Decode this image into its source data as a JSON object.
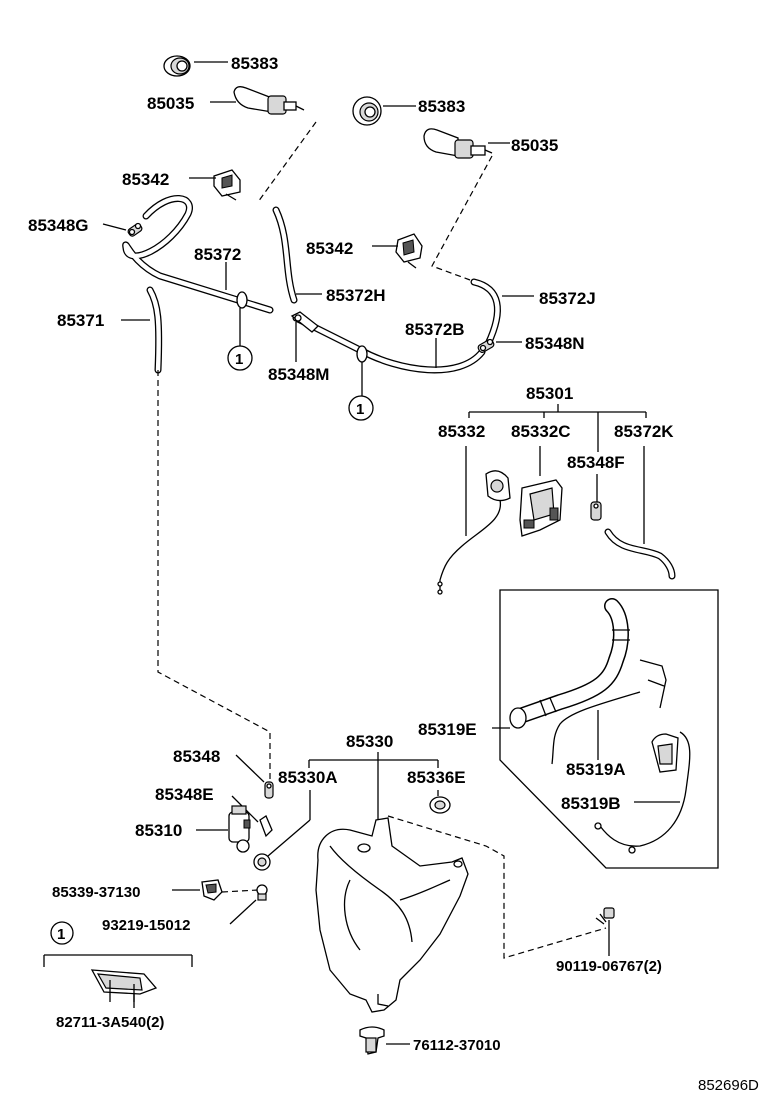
{
  "diagram": {
    "figure_id": "852696D",
    "callout_ref": "1",
    "labels": {
      "l85383a": "85383",
      "l85035a": "85035",
      "l85383b": "85383",
      "l85035b": "85035",
      "l85342a": "85342",
      "l85348g": "85348G",
      "l85372": "85372",
      "l85342b": "85342",
      "l85372h": "85372H",
      "l85372j": "85372J",
      "l85371": "85371",
      "l85372b": "85372B",
      "l85348n": "85348N",
      "l85348m": "85348M",
      "l85301": "85301",
      "l85332": "85332",
      "l85332c": "85332C",
      "l85372k": "85372K",
      "l85348f": "85348F",
      "l85319e": "85319E",
      "l85319a": "85319A",
      "l85319b": "85319B",
      "l85348": "85348",
      "l85330": "85330",
      "l85330a": "85330A",
      "l85336e": "85336E",
      "l85348e": "85348E",
      "l85310": "85310",
      "l85339": "85339-37130",
      "l93219": "93219-15012",
      "l82711": "82711-3A540(2)",
      "l90119": "90119-06767(2)",
      "l76112": "76112-37010"
    }
  }
}
